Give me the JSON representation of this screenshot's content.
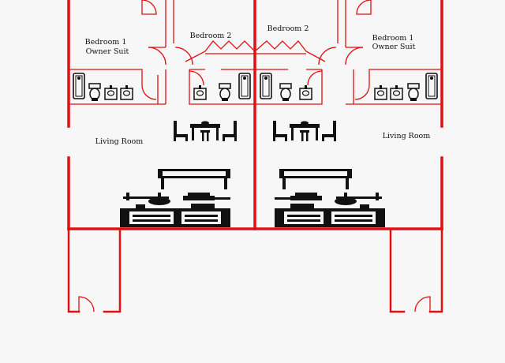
{
  "plan": {
    "left_unit": {
      "bedroom1_line1": "Bedroom 1",
      "bedroom1_line2": "Owner Suit",
      "bedroom2": "Bedroom 2",
      "living_room": "Living  Room"
    },
    "right_unit": {
      "bedroom1_line1": "Bedroom 1",
      "bedroom1_line2": "Owner Suit",
      "bedroom2": "Bedroom 2",
      "living_room": "Living  Room"
    }
  },
  "colors": {
    "wall": "#e01010",
    "fixture": "#111111",
    "background": "#f7f7f7"
  },
  "icons": [
    "door-swing-icon",
    "shower-icon",
    "toilet-icon",
    "sink-icon",
    "dining-set-icon",
    "kitchen-island-icon",
    "stove-icon"
  ]
}
